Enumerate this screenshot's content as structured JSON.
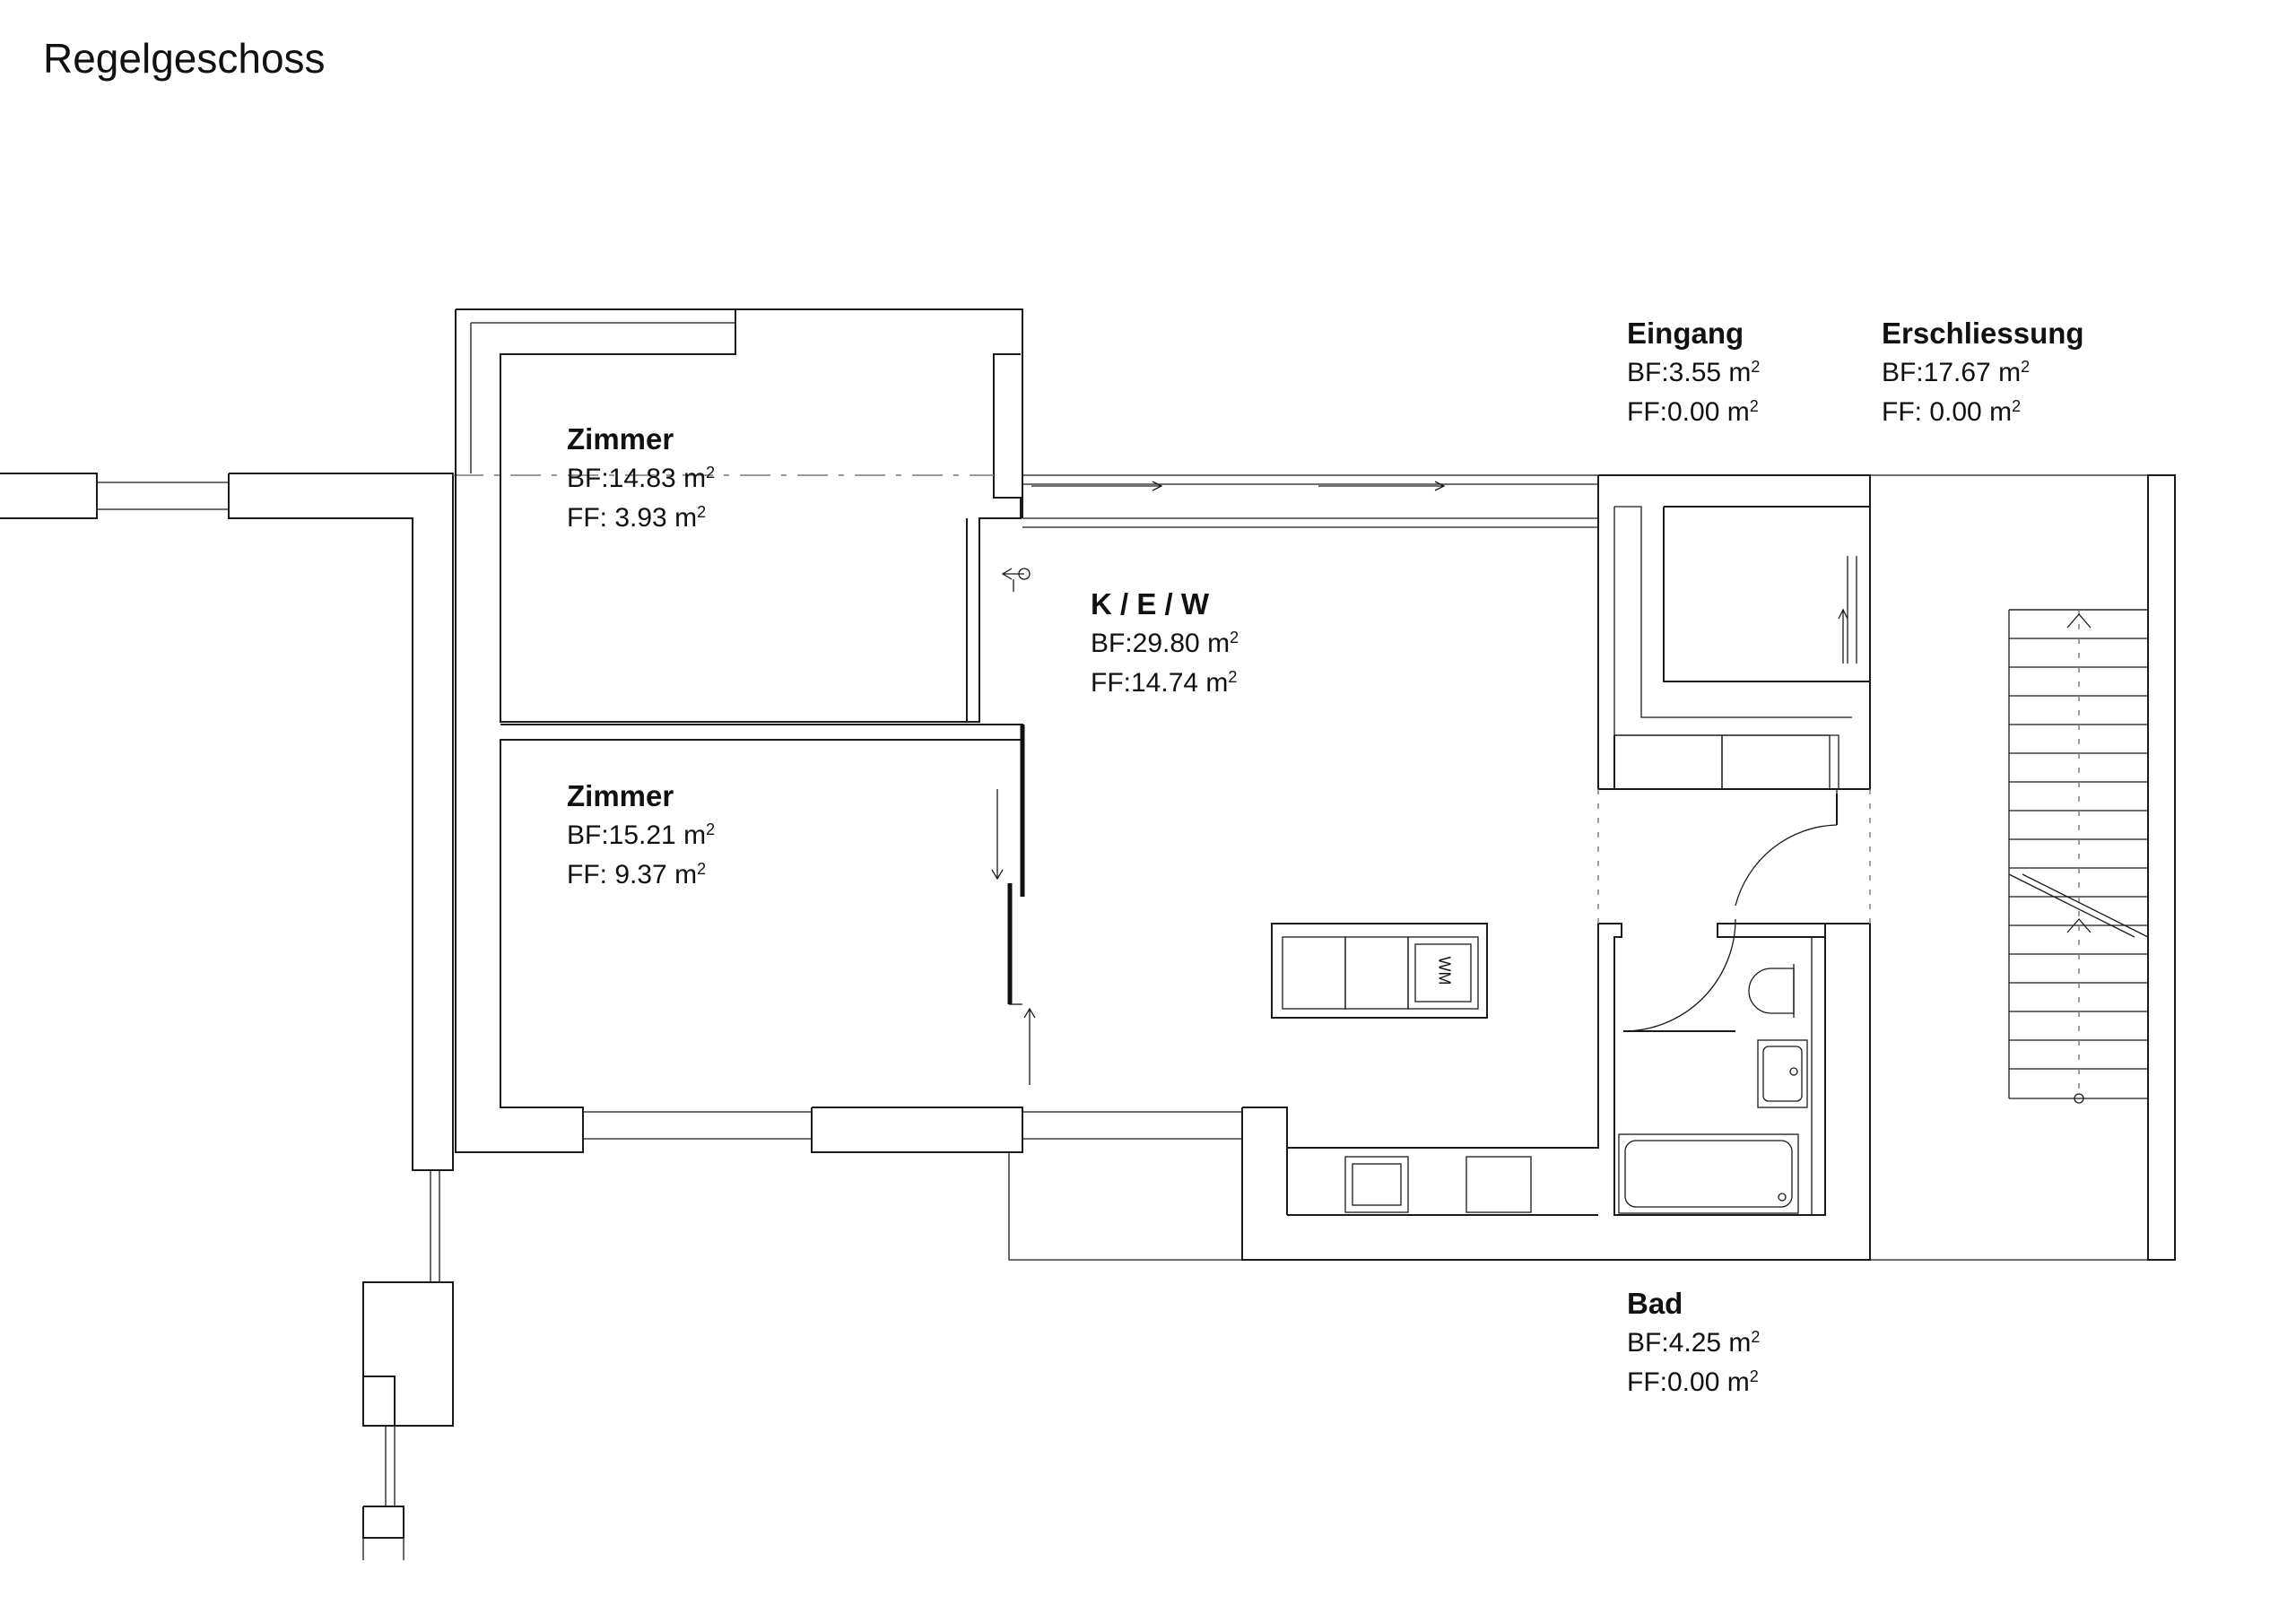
{
  "title": "Regelgeschoss",
  "area_prefix_bf": "BF:",
  "area_prefix_ff": "FF:",
  "unit": "m",
  "unit_exp": "2",
  "rooms": [
    {
      "name": "Zimmer",
      "bf": "14.83",
      "ff": " 3.93"
    },
    {
      "name": "Zimmer",
      "bf": "15.21",
      "ff": " 9.37"
    },
    {
      "name": "K / E / W",
      "bf": "29.80",
      "ff": "14.74"
    },
    {
      "name": "Eingang",
      "bf": "3.55",
      "ff": "0.00"
    },
    {
      "name": "Erschliessung",
      "bf": "17.67",
      "ff": " 0.00"
    },
    {
      "name": "Bad",
      "bf": "4.25",
      "ff": "0.00"
    }
  ],
  "fixtures": {
    "washing_machine": "WM"
  },
  "colors": {
    "line": "#1a1a1a",
    "hidden_line": "#777777",
    "background": "#ffffff"
  }
}
